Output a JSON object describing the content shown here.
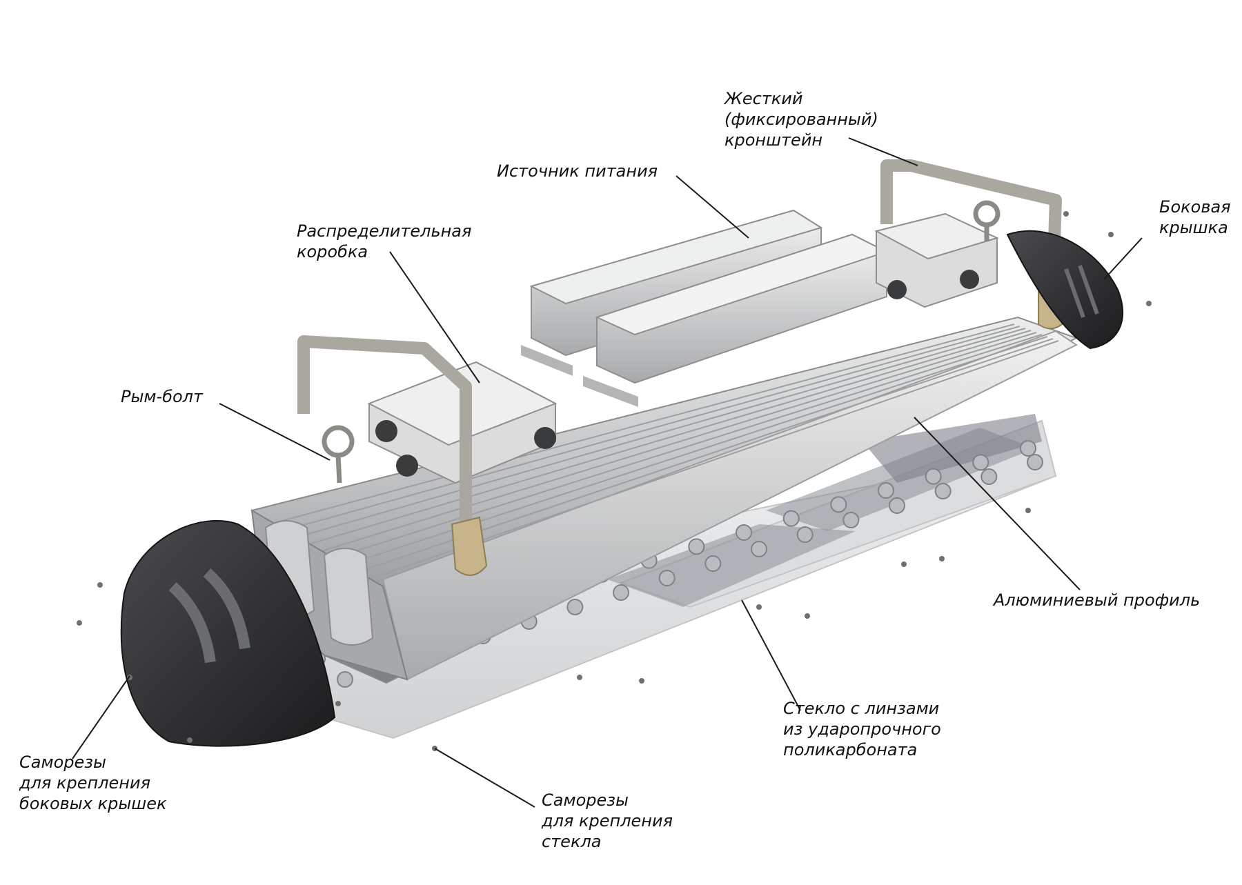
{
  "labels": {
    "bracket": [
      "Жесткий",
      "(фиксированный)",
      "кронштейн"
    ],
    "power_supply": [
      "Источник питания"
    ],
    "side_cover": [
      "Боковая",
      "крышка"
    ],
    "junction_box": [
      "Распределительная",
      "коробка"
    ],
    "eye_bolt": [
      "Рым-болт"
    ],
    "aluminum_profile": [
      "Алюминиевый профиль"
    ],
    "glass_lenses": [
      "Стекло с линзами",
      "из ударопрочного",
      "поликарбоната"
    ],
    "cover_screws": [
      "Саморезы",
      "для крепления",
      "боковых крышек"
    ],
    "glass_screws": [
      "Саморезы",
      "для крепления",
      "стекла"
    ]
  },
  "colors": {
    "aluminum_light": "#d9dadb",
    "aluminum_dark": "#8c8e90",
    "cover_black": "#2b2c2e",
    "steel": "#b7b5ae",
    "brass": "#c7b48a",
    "glass": "#e2e3e4",
    "pcb": "#8b8f96",
    "leader_line": "#1a1a1a"
  }
}
